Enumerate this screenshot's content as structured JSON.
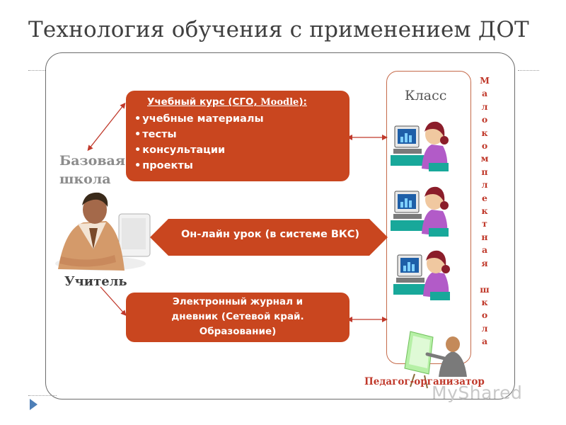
{
  "title": "Технология обучения с применением ДОТ",
  "left": {
    "base_school_line1": "Базовая",
    "base_school_line2": "школа",
    "teacher": "Учитель"
  },
  "course_box": {
    "title_prefix": "Учебный курс (СГО, ",
    "title_moodle": "Moodle",
    "title_suffix": "):",
    "items": [
      "учебные материалы",
      "тесты",
      "консультации",
      "проекты"
    ]
  },
  "online_lesson": "Он-лайн урок (в системе ВКС)",
  "journal_box": {
    "line1": "Электронный журнал и",
    "line2": "дневник (Сетевой край.",
    "line3": "Образование)"
  },
  "right": {
    "class_label": "Класс",
    "vertical_letters": [
      "М",
      "а",
      "л",
      "о",
      "к",
      "о",
      "м",
      "п",
      "л",
      "е",
      "к",
      "т",
      "н",
      "а",
      "я",
      "",
      "ш",
      "к",
      "о",
      "л",
      "а"
    ],
    "organizer": "Педагог-организатор"
  },
  "watermark": "MyShared",
  "colors": {
    "box": "#c9461f",
    "arrow": "#c9461f",
    "accent_text": "#c0392b",
    "frame": "#6b6b6b",
    "nav": "#4e7fb7"
  },
  "icons": [
    "teacher-at-computer-icon",
    "student-at-computer-icon",
    "organizer-at-board-icon",
    "navigation-triangle-icon"
  ]
}
